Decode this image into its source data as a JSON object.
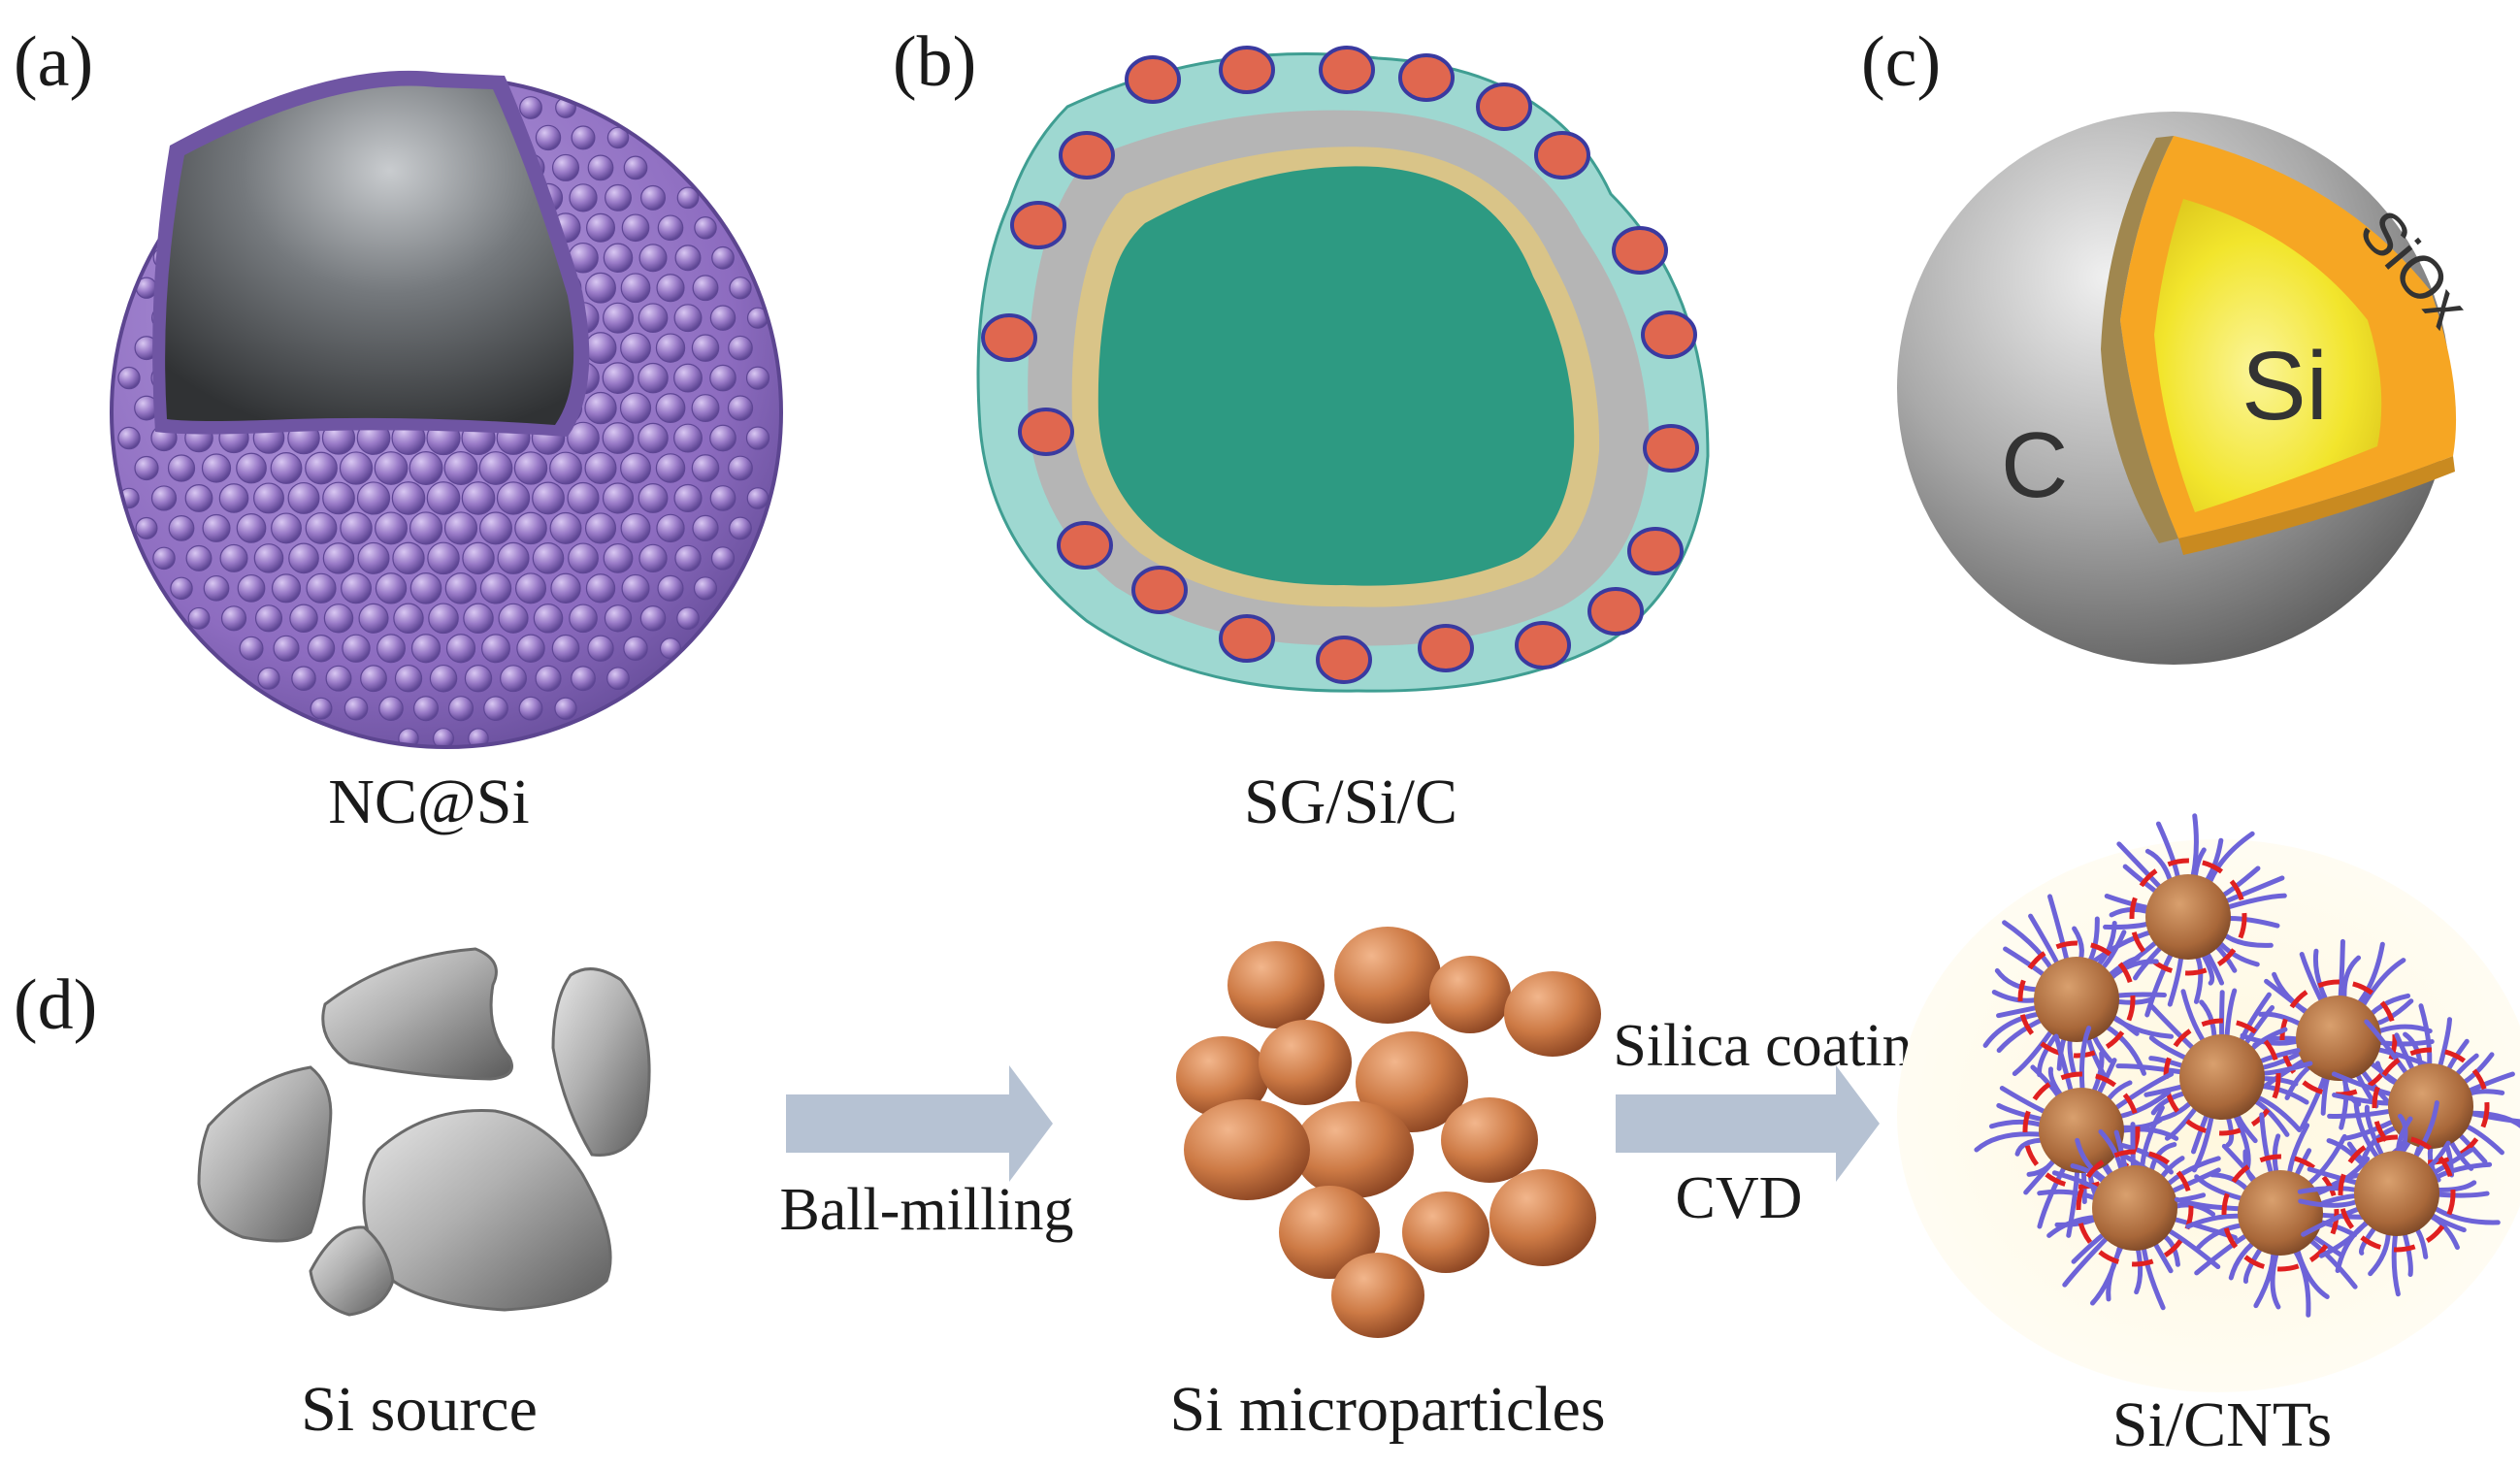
{
  "panels": {
    "a": {
      "letter": "(a)",
      "caption": "NC@Si"
    },
    "b": {
      "letter": "(b)",
      "caption": "SG/Si/C"
    },
    "c": {
      "letter": "(c)",
      "caption": "",
      "labels": {
        "core": "Si",
        "middle": "SiOx",
        "shell": "C"
      }
    },
    "d": {
      "letter": "(d)",
      "stages": [
        {
          "caption": "Si source"
        },
        {
          "caption": "Si microparticles"
        },
        {
          "caption": "Si/CNTs"
        }
      ],
      "steps": [
        {
          "below": "Ball-milling"
        },
        {
          "above": "Silica coating",
          "below": "CVD"
        }
      ]
    }
  },
  "colors": {
    "purple_shell": "#9a7bc8",
    "dark_core": "#4a4d50",
    "teal_core": "#2d9a82",
    "teal_flake": "#7ecbc2",
    "gold_layer": "#d9c488",
    "grey_layer": "#b5b5b5",
    "red_particle": "#e0674f",
    "si_yellow": "#f2e52c",
    "siox_orange": "#f6a623",
    "carbon_grey": "#8c8c8c",
    "arrow_blue": "#b6c2d3",
    "copper_particle": "#c7703e",
    "cnt_blue": "#6d63d8",
    "dashed_red": "#e02020"
  }
}
